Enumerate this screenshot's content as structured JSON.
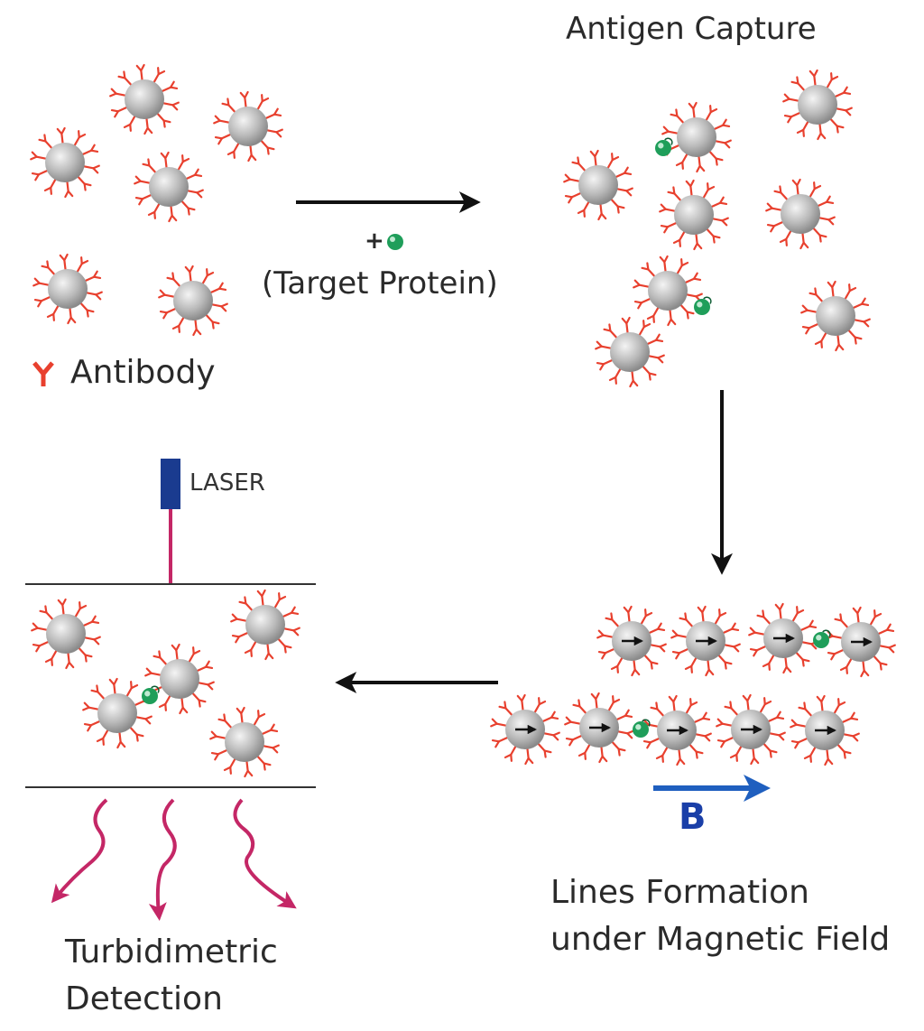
{
  "labels": {
    "antigen_capture": "Antigen Capture",
    "plus": "+",
    "target_protein": "(Target Protein)",
    "antibody": "Antibody",
    "laser": "LASER",
    "lines_formation_1": "Lines Formation",
    "lines_formation_2": "under Magnetic Field",
    "turbidimetric_1": "Turbidimetric",
    "turbidimetric_2": "Detection",
    "field": "B"
  },
  "colors": {
    "antibody": "#e8402e",
    "protein": "#1f9e5a",
    "laser_body": "#1a3b8f",
    "laser_beam": "#c42766",
    "field_arrow": "#1f5fbf",
    "scatter": "#c42766",
    "bead_light": "#f4f4f4",
    "bead_dark": "#8a8a8a"
  }
}
